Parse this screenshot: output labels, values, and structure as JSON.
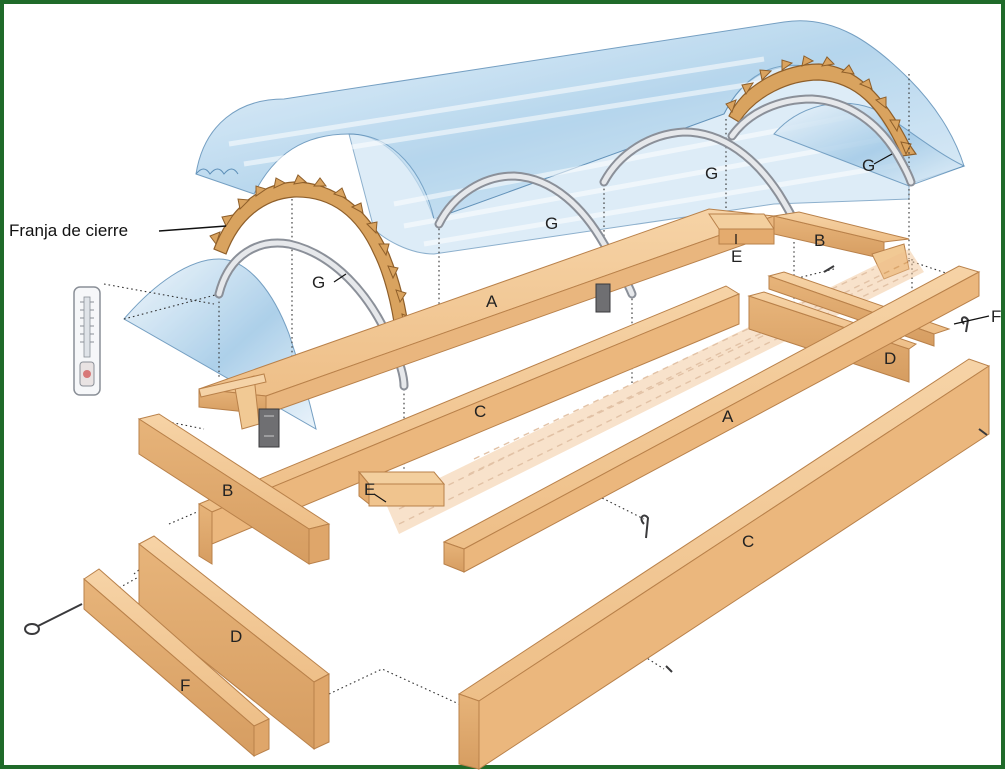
{
  "diagram": {
    "callout": "Franja de cierre",
    "labels": {
      "a_back": "A",
      "a_front": "A",
      "b_back": "B",
      "b_front": "B",
      "c_mid": "C",
      "c_front": "C",
      "d_back": "D",
      "d_front": "D",
      "e_back": "E",
      "e_front": "E",
      "f_right": "F",
      "f_front": "F",
      "g_left": "G",
      "g_mid": "G",
      "g_right1": "G",
      "g_right2": "G"
    },
    "colors": {
      "frame": "#1f6b2a",
      "wood": "#f2c896",
      "wood_dark": "#d9a06a",
      "wood_edge": "#b9814a",
      "cover_blue": "#bcd9ef",
      "hoop": "#c9ccd2"
    },
    "icons": [
      "thermometer-icon",
      "bracket-icon",
      "screw-eye-icon"
    ]
  }
}
